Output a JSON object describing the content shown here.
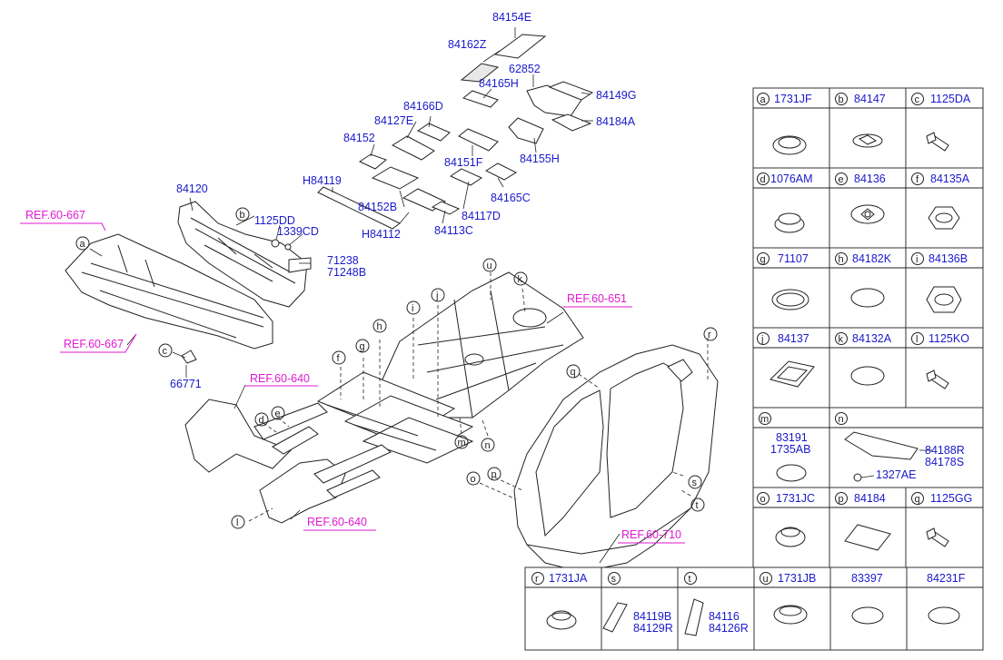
{
  "callouts": {
    "p84154E": "84154E",
    "p84162Z": "84162Z",
    "p62852": "62852",
    "p84165H": "84165H",
    "p84149G": "84149G",
    "p84166D": "84166D",
    "p84127E": "84127E",
    "p84184A": "84184A",
    "p84152": "84152",
    "p84151F": "84151F",
    "p84155H": "84155H",
    "pH84119": "H84119",
    "p84165C": "84165C",
    "p84120": "84120",
    "p84152B": "84152B",
    "p84117D": "84117D",
    "p1125DD": "1125DD",
    "pH84112": "H84112",
    "p84113C": "84113C",
    "p1339CD": "1339CD",
    "p71238": "71238",
    "p71248B": "71248B",
    "p66771": "66771"
  },
  "refs": {
    "r1": "REF.60-667",
    "r2": "REF.60-667",
    "r3": "REF.60-651",
    "r4": "REF.60-640",
    "r5": "REF.60-640",
    "r6": "REF.60-710"
  },
  "letters": {
    "a": "a",
    "b": "b",
    "c": "c",
    "d": "d",
    "e": "e",
    "f": "f",
    "g": "g",
    "h": "h",
    "i": "i",
    "j": "j",
    "k": "k",
    "l": "l",
    "m": "m",
    "n": "n",
    "o": "o",
    "p": "p",
    "q": "q",
    "r": "r",
    "s": "s",
    "t": "t",
    "u": "u"
  },
  "legend": {
    "a": {
      "letter": "a",
      "part": "1731JF"
    },
    "b": {
      "letter": "b",
      "part": "84147"
    },
    "c": {
      "letter": "c",
      "part": "1125DA"
    },
    "d": {
      "letter": "d",
      "part": "1076AM"
    },
    "e": {
      "letter": "e",
      "part": "84136"
    },
    "f": {
      "letter": "f",
      "part": "84135A"
    },
    "g": {
      "letter": "g",
      "part": "71107"
    },
    "h": {
      "letter": "h",
      "part": "84182K"
    },
    "i": {
      "letter": "i",
      "part": "84136B"
    },
    "j": {
      "letter": "j",
      "part": "84137"
    },
    "k": {
      "letter": "k",
      "part": "84132A"
    },
    "l": {
      "letter": "l",
      "part": "1125KO"
    },
    "m": {
      "letter": "m",
      "p1": "83191",
      "p2": "1735AB"
    },
    "n": {
      "letter": "n",
      "p1": "84188R",
      "p2": "84178S",
      "p3": "1327AE"
    },
    "o": {
      "letter": "o",
      "part": "1731JC"
    },
    "p": {
      "letter": "p",
      "part": "84184"
    },
    "q": {
      "letter": "q",
      "part": "1125GG"
    },
    "r": {
      "letter": "r",
      "part": "1731JA"
    },
    "s": {
      "letter": "s",
      "p1": "84119B",
      "p2": "84129R"
    },
    "t": {
      "letter": "t",
      "p1": "84116",
      "p2": "84126R"
    },
    "u": {
      "letter": "u",
      "part": "1731JB"
    },
    "x1": {
      "part": "83397"
    },
    "x2": {
      "part": "84231F"
    }
  }
}
